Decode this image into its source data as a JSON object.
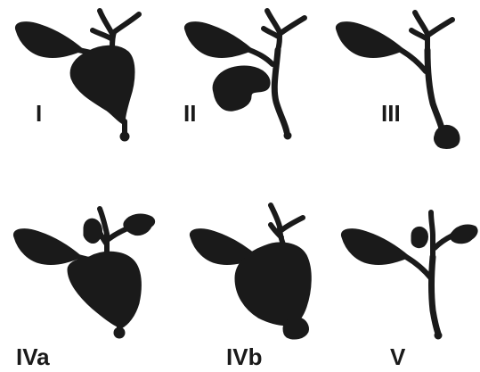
{
  "panels": [
    {
      "id": "p1",
      "label": "I"
    },
    {
      "id": "p2",
      "label": "II"
    },
    {
      "id": "p3",
      "label": "III"
    },
    {
      "id": "p4",
      "label": "IVa"
    },
    {
      "id": "p5",
      "label": "IVb"
    },
    {
      "id": "p6",
      "label": "V"
    }
  ],
  "colors": {
    "ink": "#1a1a1a",
    "background": "#ffffff"
  }
}
